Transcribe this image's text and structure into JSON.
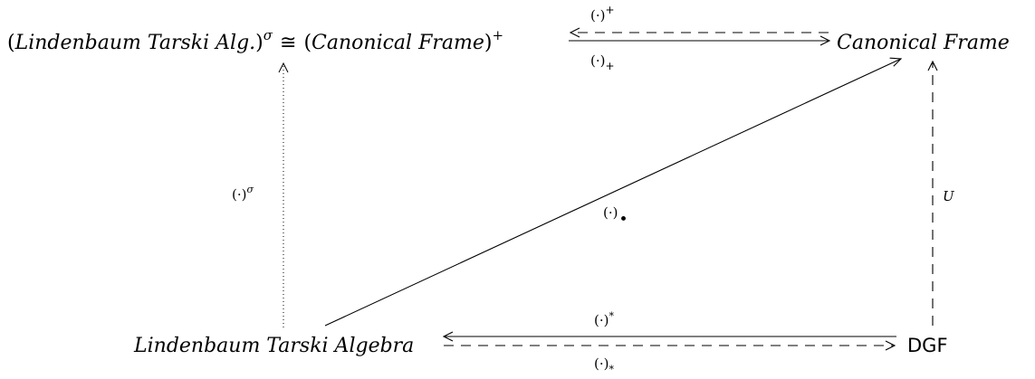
{
  "nodes": {
    "top_left": {
      "open_paren": "(",
      "text": "Lindenbaum Tarski Alg.",
      "close_paren": ")",
      "sup": "σ",
      "cong": "≅",
      "open_paren2": "(",
      "text2": "Canonical Frame",
      "close_paren2": ")",
      "sup2": "+"
    },
    "top_right": {
      "text": "Canonical Frame"
    },
    "bottom_left": {
      "text": "Lindenbaum Tarski Algebra"
    },
    "bottom_right": {
      "text": "DGF"
    }
  },
  "labels": {
    "top_upper": {
      "base": "(·)",
      "script": "+"
    },
    "top_lower": {
      "base": "(·)",
      "script": "+"
    },
    "bottom_upper": {
      "base": "(·)",
      "script": "*"
    },
    "bottom_lower": {
      "base": "(·)",
      "script": "*"
    },
    "left_vertical": {
      "base": "(·)",
      "script": "σ"
    },
    "diagonal": {
      "base": "(·)",
      "script": "•"
    },
    "right_vertical": {
      "text": "U"
    }
  }
}
